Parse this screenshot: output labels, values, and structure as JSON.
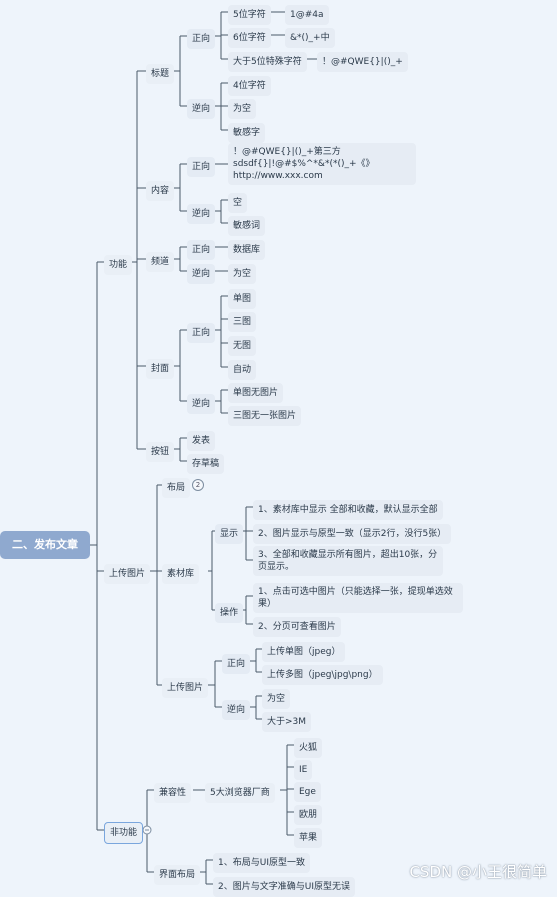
{
  "root": "二、发布文章",
  "func": {
    "label": "功能",
    "title": {
      "label": "标题",
      "pos": "正向",
      "pos_items": [
        {
          "label": "5位字符",
          "value": "1@#4a"
        },
        {
          "label": "6位字符",
          "value": "&*()_+中"
        },
        {
          "label": "大于5位特殊字符",
          "value": "！@#QWE{}|()_+"
        }
      ],
      "neg": "逆向",
      "neg_items": [
        "4位字符",
        "为空",
        "敏感字"
      ]
    },
    "content": {
      "label": "内容",
      "pos": "正向",
      "pos_text": "！@#QWE{}|()_+第三方 sdsdf{}|!@#$%^*&*(*()_+《》http://www.xxx.com",
      "neg": "逆向",
      "neg_items": [
        "空",
        "敏感词"
      ]
    },
    "channel": {
      "label": "频道",
      "pos": "正向",
      "pos_item": "数据库",
      "neg": "逆向",
      "neg_item": "为空"
    },
    "cover": {
      "label": "封面",
      "pos": "正向",
      "pos_items": [
        "单图",
        "三图",
        "无图",
        "自动"
      ],
      "neg": "逆向",
      "neg_items": [
        "单图无图片",
        "三图无一张图片"
      ]
    },
    "button": {
      "label": "按钮",
      "items": [
        "发表",
        "存草稿"
      ]
    }
  },
  "upload": {
    "label": "上传图片",
    "layout": "布局",
    "layout_badge": "2",
    "library": {
      "label": "素材库",
      "display": {
        "label": "显示",
        "items": [
          "1、素材库中显示 全部和收藏，默认显示全部",
          "2、图片显示与原型一致（显示2行，没行5张）",
          "3、全部和收藏显示所有图片，超出10张，分页显示。"
        ]
      },
      "operate": {
        "label": "操作",
        "items": [
          "1、点击可选中图片（只能选择一张，提现单选效果）",
          "2、分页可查看图片"
        ]
      }
    },
    "upload_img": {
      "label": "上传图片",
      "pos": "正向",
      "pos_items": [
        "上传单图（jpeg）",
        "上传多图（jpeg\\jpg\\png）"
      ],
      "neg": "逆向",
      "neg_items": [
        "为空",
        "大于>3M"
      ]
    }
  },
  "nonfunc": {
    "label": "非功能",
    "compat": {
      "label": "兼容性",
      "browsers_label": "5大浏览器厂商",
      "browsers": [
        "火狐",
        "IE",
        "Ege",
        "欧朋",
        "苹果"
      ]
    },
    "ui": {
      "label": "界面布局",
      "items": [
        "1、布局与UI原型一致",
        "2、图片与文字准确与UI原型无误"
      ]
    }
  },
  "watermark": "CSDN @小王很简单",
  "colors": {
    "root": "#8fa9cf",
    "line": "#4a5a6a",
    "background": "#eef4fb"
  }
}
